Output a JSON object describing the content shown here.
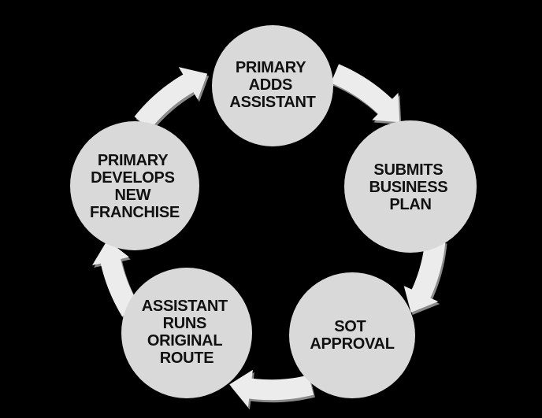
{
  "colors": {
    "background": "#000000",
    "node_fill": "#d9d9d9",
    "arrow_fill": "#ececec",
    "arrow_shadow": "#8a8a8a",
    "label_color": "#111111"
  },
  "cycle": {
    "nodes": [
      {
        "id": "primary-adds-assistant",
        "lines": [
          "PRIMARY",
          "ADDS",
          "ASSISTANT"
        ]
      },
      {
        "id": "submits-business-plan",
        "lines": [
          "SUBMITS",
          "BUSINESS",
          "PLAN"
        ]
      },
      {
        "id": "sot-approval",
        "lines": [
          "SOT",
          "APPROVAL"
        ]
      },
      {
        "id": "assistant-runs-original-route",
        "lines": [
          "ASSISTANT",
          "RUNS",
          "ORIGINAL",
          "ROUTE"
        ]
      },
      {
        "id": "primary-develops-new-franchise",
        "lines": [
          "PRIMARY",
          "DEVELOPS",
          "NEW",
          "FRANCHISE"
        ]
      }
    ],
    "arrow_icon": "curved-arrow-icon"
  }
}
